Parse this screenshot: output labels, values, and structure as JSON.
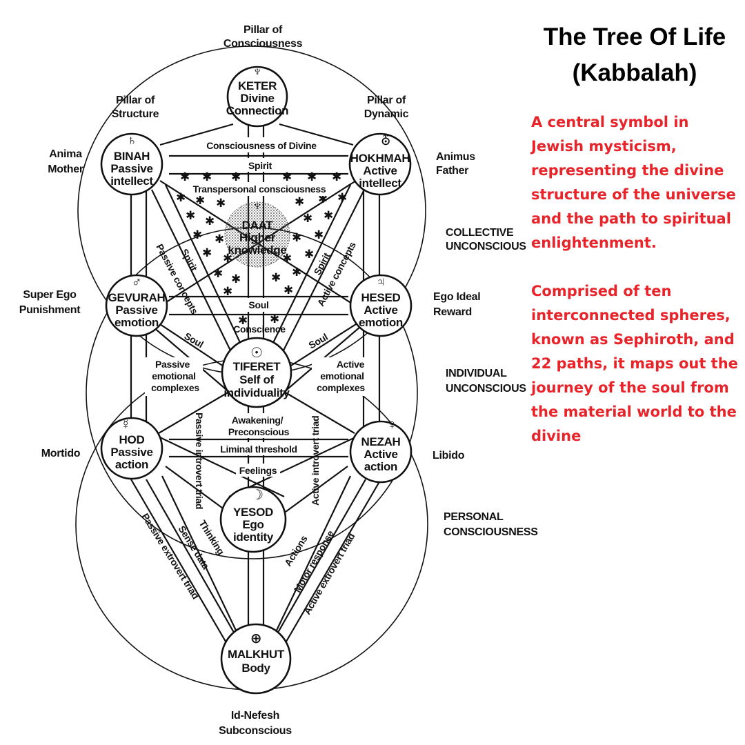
{
  "title_lines": [
    "The Tree Of Life",
    "(Kabbalah)"
  ],
  "description": [
    "A central symbol in Jewish mysticism, representing the divine structure of the universe and the path to spiritual enlightenment.",
    "Comprised of ten interconnected spheres, known as Sephiroth, and 22 paths, it maps out the journey of the soul from the material world to the divine"
  ],
  "colors": {
    "accent": "#e8242b",
    "ink": "#111111",
    "background": "#ffffff"
  },
  "sephiroth": {
    "keter": {
      "symbol": "♆",
      "name": "KETER",
      "lines": [
        "Divine",
        "Connection"
      ]
    },
    "binah": {
      "symbol": "♄",
      "name": "BINAH",
      "lines": [
        "Passive",
        "intellect"
      ]
    },
    "hokhmah": {
      "symbol": "⛢",
      "name": "HOKHMAH",
      "lines": [
        "Active",
        "intellect"
      ]
    },
    "daat": {
      "symbol": "♆",
      "name": "DAAT",
      "lines": [
        "Higher",
        "knowledge"
      ]
    },
    "gevurah": {
      "symbol": "♂",
      "name": "GEVURAH",
      "lines": [
        "Passive",
        "emotion"
      ]
    },
    "hesed": {
      "symbol": "♃",
      "name": "HESED",
      "lines": [
        "Active",
        "emotion"
      ]
    },
    "tiferet": {
      "symbol": "☉",
      "name": "TIFERET",
      "lines": [
        "Self of",
        "individuality"
      ]
    },
    "hod": {
      "symbol": "☿",
      "name": "HOD",
      "lines": [
        "Passive",
        "action"
      ]
    },
    "nezah": {
      "symbol": "♀",
      "name": "NEZAH",
      "lines": [
        "Active",
        "action"
      ]
    },
    "yesod": {
      "symbol": "☽",
      "name": "YESOD",
      "lines": [
        "Ego",
        "identity"
      ]
    },
    "malkhut": {
      "symbol": "⊕",
      "name": "MALKHUT",
      "lines": [
        "Body"
      ]
    }
  },
  "outer_labels": {
    "pillar_consciousness": [
      "Pillar of",
      "Consciousness"
    ],
    "pillar_structure": [
      "Pillar of",
      "Structure"
    ],
    "pillar_dynamic": [
      "Pillar of",
      "Dynamic"
    ],
    "anima": [
      "Anima",
      "Mother"
    ],
    "animus": [
      "Animus",
      "Father"
    ],
    "collective": [
      "COLLECTIVE",
      "UNCONSCIOUS"
    ],
    "super_ego": [
      "Super Ego",
      "Punishment"
    ],
    "ego_ideal": [
      "Ego Ideal",
      "Reward"
    ],
    "individual": [
      "INDIVIDUAL",
      "UNCONSCIOUS"
    ],
    "mortido": "Mortido",
    "libido": "Libido",
    "personal": [
      "PERSONAL",
      "CONSCIOUSNESS"
    ],
    "id": [
      "Id-Nefesh",
      "Subconscious"
    ]
  },
  "path_labels": {
    "consciousness_of_divine": "Consciousness of Divine",
    "spirit_top": "Spirit",
    "transpersonal": "Transpersonal consciousness",
    "passive_concepts": "Passive concepts",
    "spirit_left": "Spirit",
    "spirit_right": "Spirit",
    "active_concepts": "Active concepts",
    "soul_center": "Soul",
    "conscience": "Conscience",
    "soul_left": "Soul",
    "soul_right": "Soul",
    "passive_emotional": [
      "Passive",
      "emotional",
      "complexes"
    ],
    "active_emotional": [
      "Active",
      "emotional",
      "complexes"
    ],
    "awakening": [
      "Awakening/",
      "Preconscious"
    ],
    "passive_introvert": "Passive introvert triad",
    "active_introvert": "Active introvert triad",
    "liminal": "Liminal threshold",
    "feelings": "Feelings",
    "passive_extrovert": "Passive extrovert triad",
    "sense_data": "Sense data",
    "thinking": "Thinking",
    "actions": "Actions",
    "motor_response": "Motor response",
    "active_extrovert": "Active extrovert triad"
  }
}
